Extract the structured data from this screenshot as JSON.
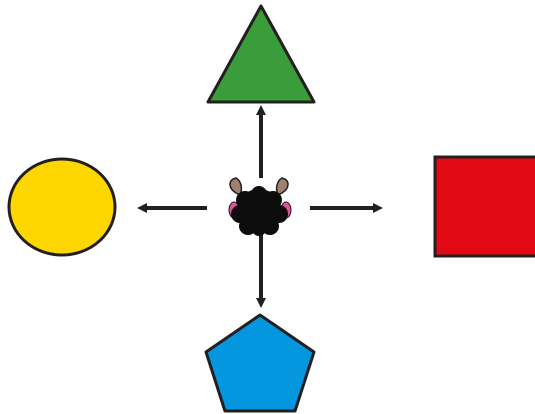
{
  "scene": {
    "background": "#ffffff",
    "stroke": "#231f20",
    "center_figure": {
      "icon": "sheep-icon",
      "body_color": "#0d0d0d",
      "horn_color": "#a08070",
      "ear_color": "#e0529a"
    },
    "directions": [
      {
        "direction": "up",
        "shape": "triangle",
        "icon": "green-triangle-icon",
        "color": "#3a9d3a"
      },
      {
        "direction": "left",
        "shape": "circle",
        "icon": "yellow-circle-icon",
        "color": "#ffd700"
      },
      {
        "direction": "right",
        "shape": "square",
        "icon": "red-square-icon",
        "color": "#e10a14"
      },
      {
        "direction": "down",
        "shape": "pentagon",
        "icon": "blue-pentagon-icon",
        "color": "#0596e0"
      }
    ]
  }
}
